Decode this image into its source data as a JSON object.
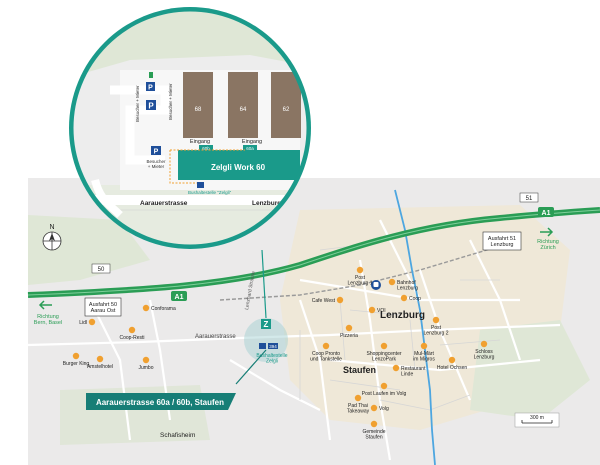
{
  "inset": {
    "visitor_parking_1": "Besucher + Mieter",
    "visitor_parking_2": "Besucher + Mieter",
    "visitor_parking_3": "Besucher\n+ Mieter",
    "building_labels": [
      "68",
      "64",
      "62"
    ],
    "entrance_labels": [
      "Eingang",
      "Eingang"
    ],
    "unit_labels": [
      "60b",
      "60a"
    ],
    "building_title": "Zelgli Work 60",
    "bus_stop": "Bushaltestelle \"Zelgli\"",
    "road_left": "Aarauerstrasse",
    "road_right": "Lenzburg"
  },
  "map": {
    "motorway": "A1",
    "exit_50": "Ausfahrt 50\nAarau Ost",
    "exit_51": "Ausfahrt 51\nLenzburg",
    "junction_50": "50",
    "junction_51": "51",
    "dir_left": "Richtung\nBern, Basel",
    "dir_right": "Richtung\nZürich",
    "road_aarauer": "Aarauerstrasse",
    "road_bahn": "Lenzhard\nStrasse",
    "town_lenzburg": "Lenzburg",
    "town_staufen": "Staufen",
    "town_schafisheim": "Schafisheim",
    "bus_label": "Bushaltestelle\nZelgli",
    "bus_number": "394",
    "pois": [
      "Lidl",
      "Conforama",
      "Coop-Resti",
      "Burger King",
      "Amstelhotel",
      "Jumbo",
      "Post\nLenzburg 1",
      "Bahnhof\nLenzburg",
      "Cafe West",
      "Coop",
      "VOI",
      "Pizzeria",
      "Coop Pronto\nund Tankstelle",
      "Shoppingcenter\nLenzoPark",
      "Restaurant\nLinde",
      "Post Laufen im Volg",
      "Pad Thai\nTakeaway",
      "Volg",
      "Gemeinde\nStaufen",
      "Post\nLenzburg 2",
      "Mul-Märt\nim Migros",
      "Hotel Ochsen",
      "Schloss\nLenzburg"
    ],
    "address_banner": "Aarauerstrasse 60a / 60b, Staufen",
    "scale": "300 m",
    "compass": "N"
  },
  "colors": {
    "motorway_green": "#2a9d55",
    "teal_accent": "#1a9a8a",
    "poi_orange": "#f0a030",
    "parking_blue": "#1f4f9a",
    "banner_teal": "#177e76"
  }
}
